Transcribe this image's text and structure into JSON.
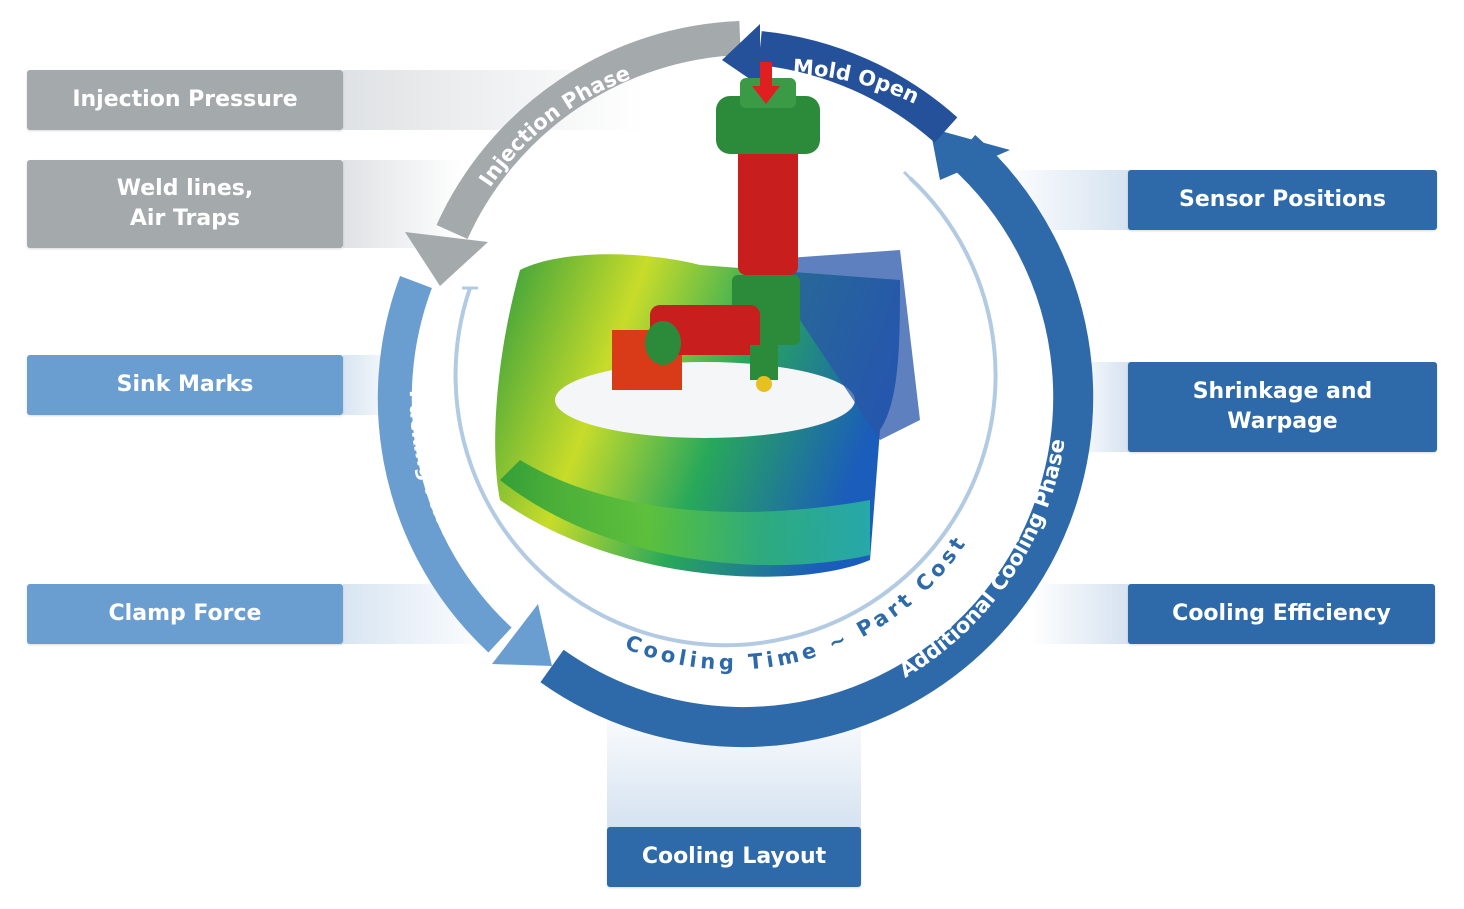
{
  "left_boxes": {
    "injection_pressure": "Injection Pressure",
    "weld_lines": "Weld lines,\nAir Traps",
    "sink_marks": "Sink Marks",
    "clamp_force": "Clamp Force"
  },
  "right_boxes": {
    "sensor_positions": "Sensor Positions",
    "shrinkage_warpage": "Shrinkage and\nWarpage",
    "cooling_efficiency": "Cooling Efficiency"
  },
  "bottom_box": {
    "cooling_layout": "Cooling Layout"
  },
  "cycle": {
    "mold_open": "Mold Open",
    "injection_phase": "Injection Phase",
    "packing_phase": "Packing Phase",
    "additional_cooling_phase": "Additional Cooling Phase",
    "cooling_time": "Cooling Time ~ Part Costs"
  },
  "colors": {
    "gray": "#a4a9ac",
    "light_blue": "#6b9ed0",
    "blue": "#2e6aa9",
    "dark_blue": "#24519a"
  }
}
